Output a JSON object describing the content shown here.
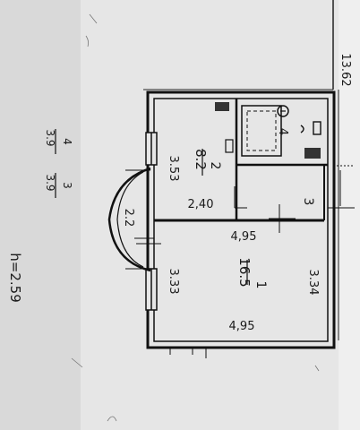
{
  "plan": {
    "total_dim": "13.62",
    "ceiling_height": "h=2.59",
    "legend": [
      {
        "top": "4",
        "bottom": "3.9"
      },
      {
        "top": "3",
        "bottom": "3.9"
      }
    ],
    "rooms": [
      {
        "number": "1",
        "area": "16.5"
      },
      {
        "number": "2",
        "area": "8.2"
      },
      {
        "number": "3"
      },
      {
        "number": "4"
      }
    ],
    "dimensions": {
      "room2_side": "3.53",
      "room2_width": "2,40",
      "bay": "2.2",
      "room1_top": "4,95",
      "room1_bottom": "4,95",
      "room1_left": "3.33",
      "room1_right": "3.34"
    }
  }
}
